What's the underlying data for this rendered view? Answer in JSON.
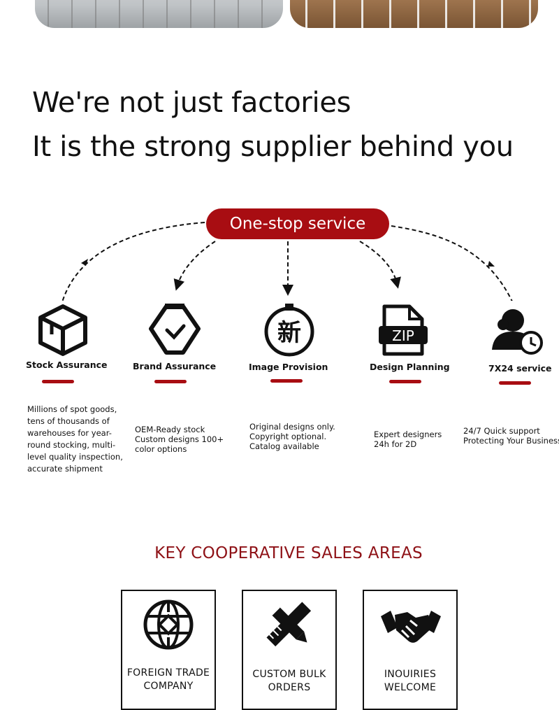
{
  "headline": {
    "line1": "We're not just factories",
    "line2": "It is the strong supplier behind you"
  },
  "hub": {
    "label": "One-stop service"
  },
  "services": [
    {
      "icon": "box-icon",
      "title": "Stock Assurance",
      "description": [
        "Millions of spot goods,",
        "tens of  thousands of",
        " warehouses for  year-",
        "round stocking, multi-",
        "level quality inspection,",
        " accurate shipment"
      ]
    },
    {
      "icon": "shield-check-icon",
      "title": "Brand Assurance",
      "description": [
        "OEM-Ready stock",
        "Custom designs 100+",
        "color options"
      ]
    },
    {
      "icon": "new-badge-icon",
      "title": "Image Provision",
      "badge_text": "新",
      "description": [
        "Original designs only.",
        "Copyright optional.",
        "Catalog available"
      ]
    },
    {
      "icon": "zip-file-icon",
      "title": "Design Planning",
      "badge_text": "ZIP",
      "description": [
        "Expert designers",
        "24h for 2D"
      ]
    },
    {
      "icon": "support-clock-icon",
      "title": "7X24 service",
      "description": [
        "24/7 Quick support",
        "Protecting Your Business"
      ]
    }
  ],
  "key_areas": {
    "title": "KEY COOPERATIVE SALES AREAS",
    "cards": [
      {
        "icon": "globe-icon",
        "lines": [
          "FOREIGN  TRADE",
          "COMPANY"
        ]
      },
      {
        "icon": "pencil-ruler-icon",
        "lines": [
          "CUSTOM BULK",
          "ORDERS"
        ]
      },
      {
        "icon": "handshake-icon",
        "lines": [
          "INOUIRIES",
          "WELCOME"
        ]
      }
    ]
  },
  "colors": {
    "accent": "#a80d12",
    "key_title": "#8e1116",
    "text": "#111111"
  }
}
